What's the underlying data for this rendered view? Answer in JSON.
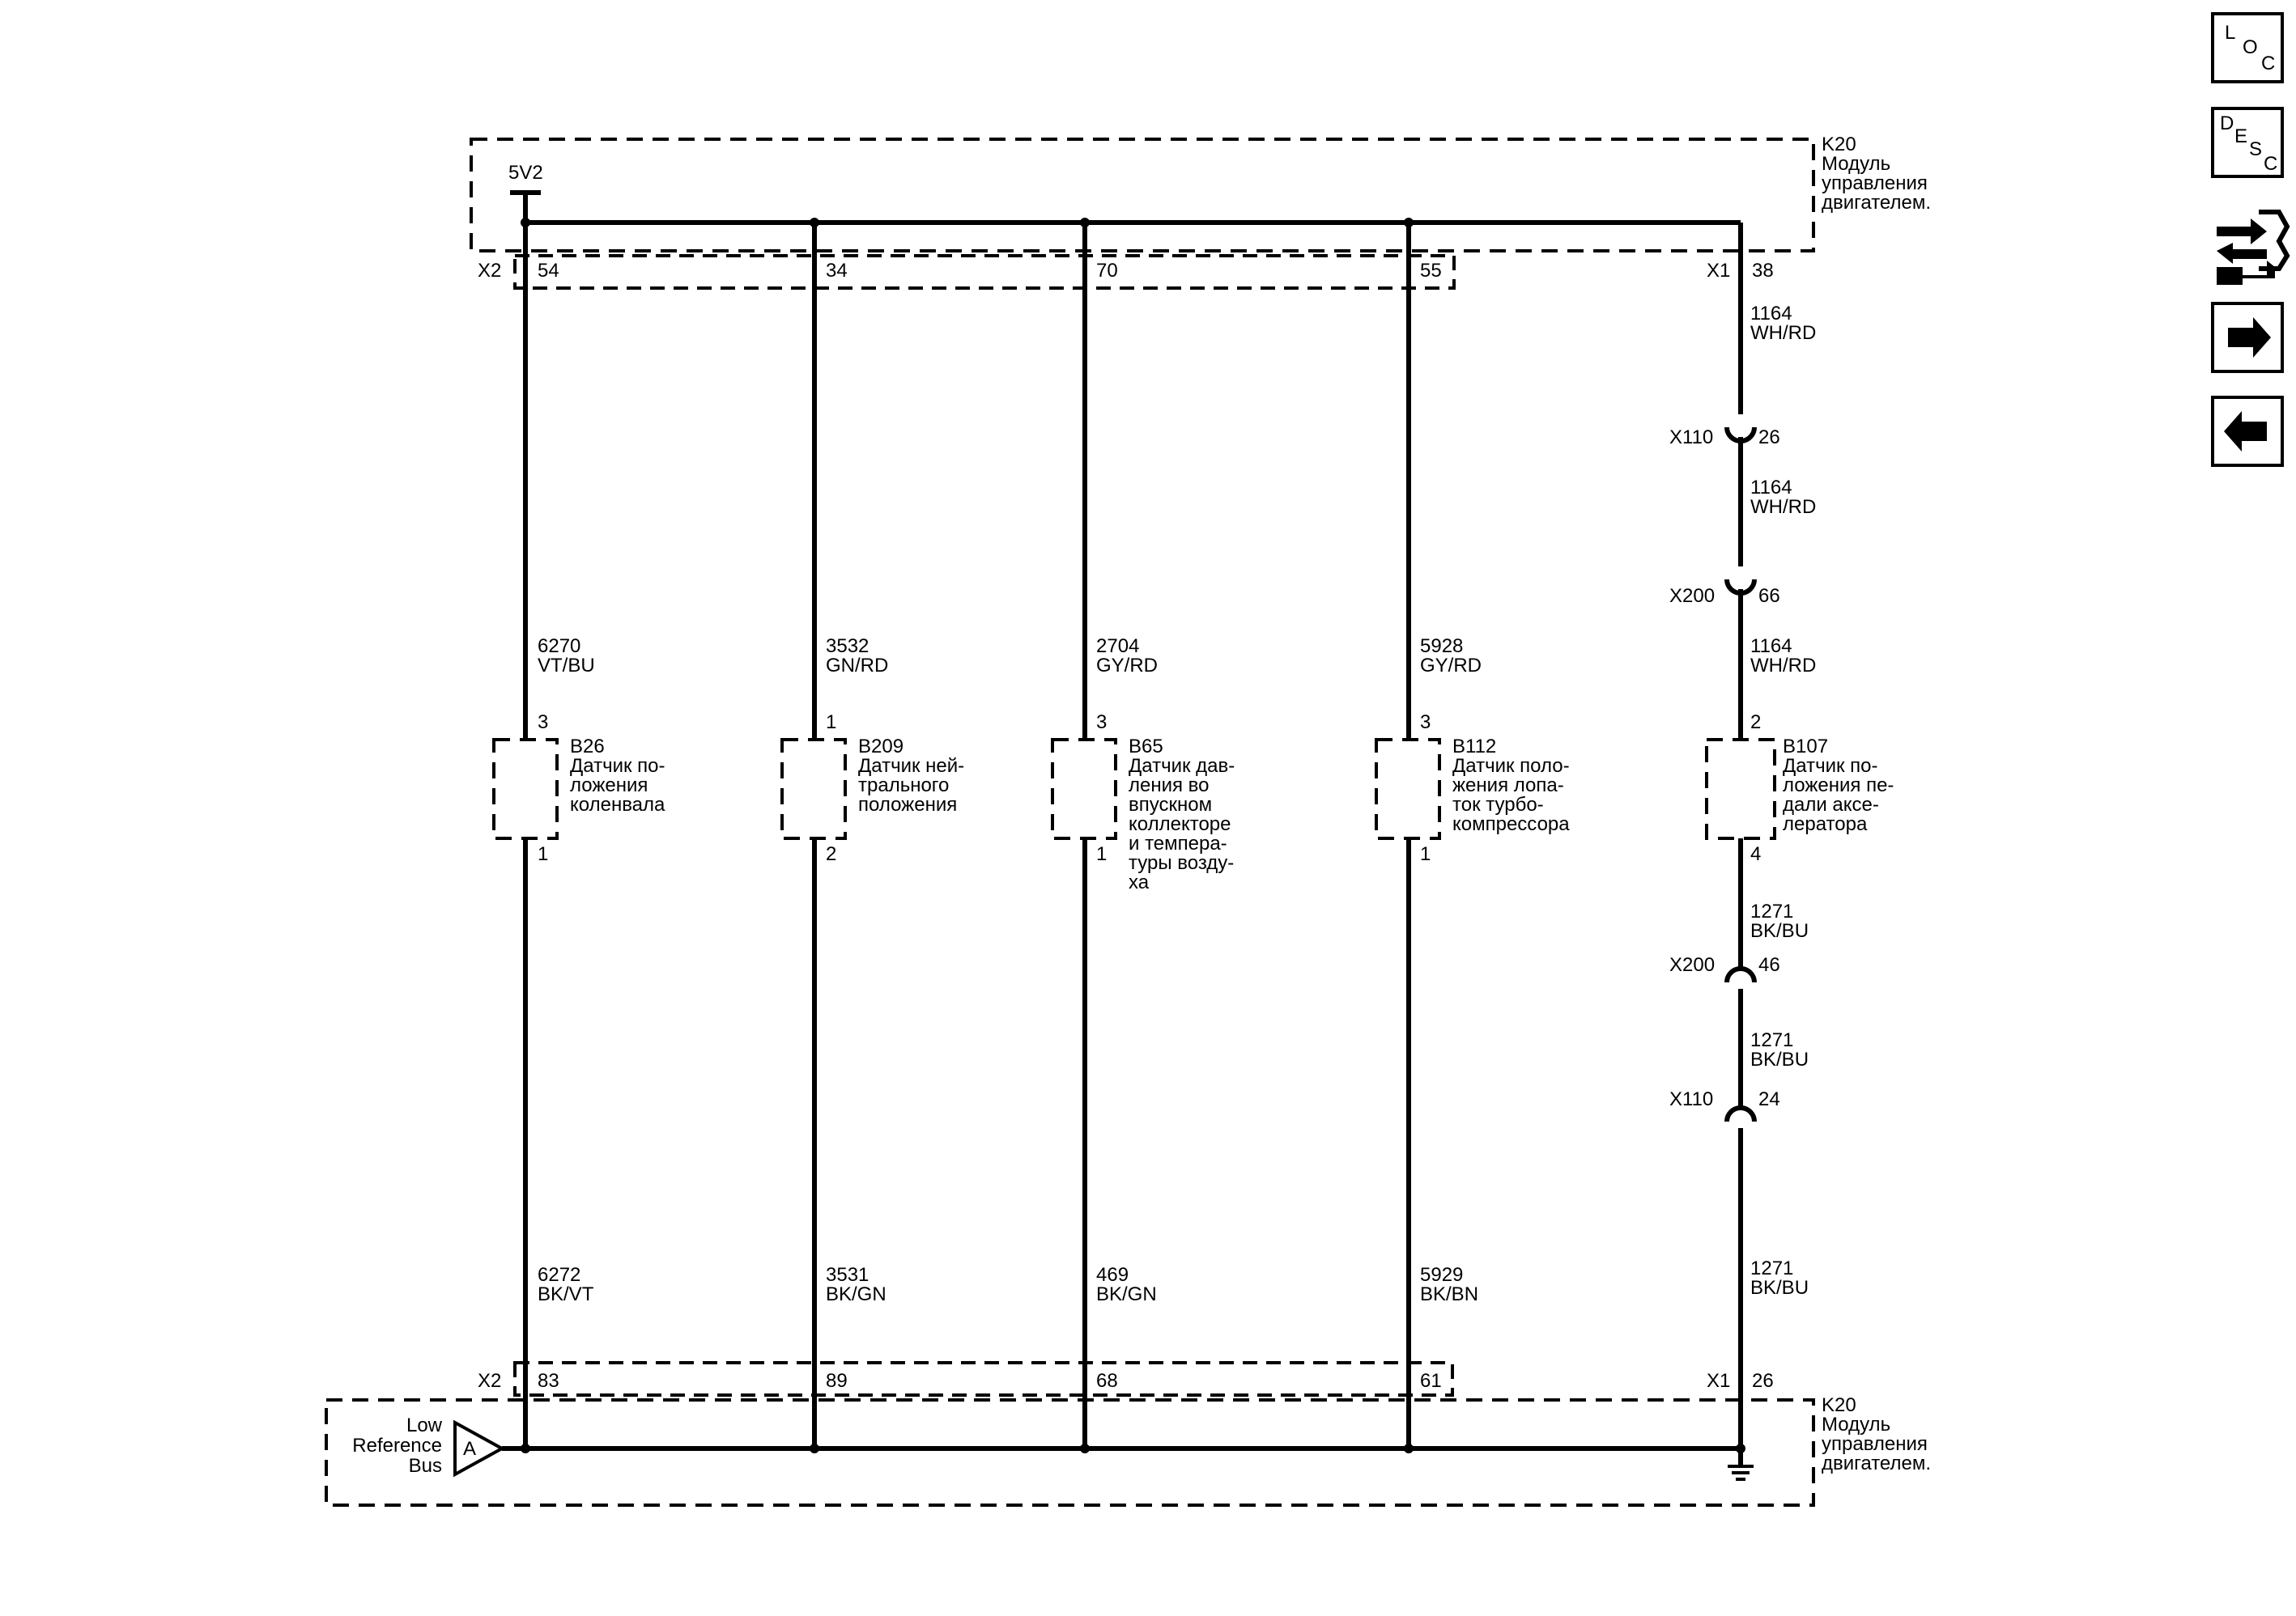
{
  "module_top": {
    "id": "K20",
    "name": [
      "Модуль",
      "управления",
      "двигателем."
    ]
  },
  "module_bottom": {
    "id": "K20",
    "name": [
      "Модуль",
      "управления",
      "двигателем."
    ]
  },
  "supply": {
    "label": "5V2"
  },
  "top_connectors": {
    "x2": "X2",
    "x1": "X1"
  },
  "bottom_connectors": {
    "x2": "X2",
    "x1": "X1"
  },
  "low_reference_bus": {
    "lines": [
      "Low",
      "Reference",
      "Bus"
    ],
    "marker": "A"
  },
  "circuits": [
    {
      "top_pin": "54",
      "top_wire": "6270",
      "top_color": "VT/BU",
      "sensor_id": "B26",
      "sensor_name": [
        "Датчик по-",
        "ложения",
        "коленвала"
      ],
      "sensor_pin_top": "3",
      "sensor_pin_bottom": "1",
      "bottom_wire": "6272",
      "bottom_color": "BK/VT",
      "bottom_pin": "83"
    },
    {
      "top_pin": "34",
      "top_wire": "3532",
      "top_color": "GN/RD",
      "sensor_id": "B209",
      "sensor_name": [
        "Датчик ней-",
        "трального",
        "положения"
      ],
      "sensor_pin_top": "1",
      "sensor_pin_bottom": "2",
      "bottom_wire": "3531",
      "bottom_color": "BK/GN",
      "bottom_pin": "89"
    },
    {
      "top_pin": "70",
      "top_wire": "2704",
      "top_color": "GY/RD",
      "sensor_id": "B65",
      "sensor_name": [
        "Датчик дав-",
        "ления во",
        "впускном",
        "коллекторе",
        "и темпера-",
        "туры возду-",
        "ха"
      ],
      "sensor_pin_top": "3",
      "sensor_pin_bottom": "1",
      "bottom_wire": "469",
      "bottom_color": "BK/GN",
      "bottom_pin": "68"
    },
    {
      "top_pin": "55",
      "top_wire": "5928",
      "top_color": "GY/RD",
      "sensor_id": "B112",
      "sensor_name": [
        "Датчик поло-",
        "жения лопа-",
        "ток турбо-",
        "компрессора"
      ],
      "sensor_pin_top": "3",
      "sensor_pin_bottom": "1",
      "bottom_wire": "5929",
      "bottom_color": "BK/BN",
      "bottom_pin": "61"
    }
  ],
  "accelerator_circuit": {
    "top_pin": "38",
    "upper_segments": [
      {
        "wire": "1164",
        "color": "WH/RD"
      },
      {
        "wire": "1164",
        "color": "WH/RD"
      },
      {
        "wire": "1164",
        "color": "WH/RD"
      }
    ],
    "upper_inline": [
      {
        "connector": "X110",
        "pin": "26"
      },
      {
        "connector": "X200",
        "pin": "66"
      }
    ],
    "sensor_id": "B107",
    "sensor_name": [
      "Датчик по-",
      "ложения пе-",
      "дали аксе-",
      "лератора"
    ],
    "sensor_pin_top": "2",
    "sensor_pin_bottom": "4",
    "lower_segments": [
      {
        "wire": "1271",
        "color": "BK/BU"
      },
      {
        "wire": "1271",
        "color": "BK/BU"
      },
      {
        "wire": "1271",
        "color": "BK/BU"
      }
    ],
    "lower_inline": [
      {
        "connector": "X200",
        "pin": "46"
      },
      {
        "connector": "X110",
        "pin": "24"
      }
    ],
    "bottom_pin": "26"
  },
  "nav": [
    {
      "icon": "loc-icon",
      "letters": [
        "L",
        "O",
        "C"
      ]
    },
    {
      "icon": "desc-icon",
      "letters": [
        "D",
        "E",
        "S",
        "C"
      ]
    },
    {
      "icon": "connector-tool-icon"
    },
    {
      "icon": "arrow-right-icon"
    },
    {
      "icon": "arrow-left-icon"
    }
  ]
}
